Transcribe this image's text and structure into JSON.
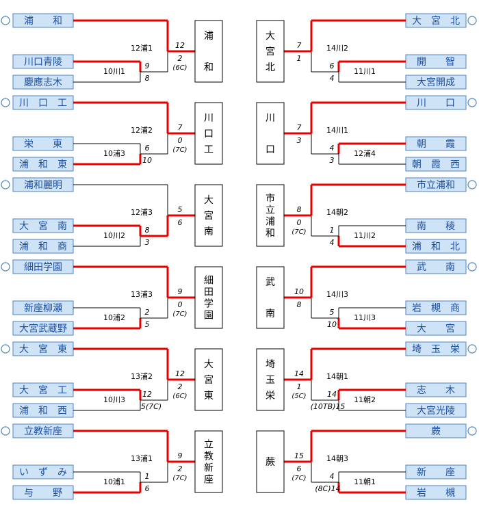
{
  "left": [
    {
      "top": {
        "name": "浦　　和",
        "score": "12",
        "note": "",
        "win": true,
        "mark": true
      },
      "mid": {
        "name": "川口青陵",
        "score": "9",
        "note": "",
        "win": true
      },
      "bot": {
        "name": "慶應志木",
        "score": "8",
        "note": "",
        "win": false
      },
      "r1_code": "10川1",
      "final_code": "12浦1",
      "final_score": "2",
      "final_note": "(6C)",
      "winner": [
        "浦",
        "和"
      ]
    },
    {
      "top": {
        "name": "川　口　工",
        "score": "7",
        "note": "",
        "win": true,
        "mark": true
      },
      "mid": {
        "name": "栄　　東",
        "score": "6",
        "note": "",
        "win": false
      },
      "bot": {
        "name": "浦　和　東",
        "score": "10",
        "note": "",
        "win": true
      },
      "r1_code": "10浦3",
      "final_code": "12浦2",
      "final_score": "0",
      "final_note": "(7C)",
      "winner": [
        "川",
        "口",
        "工"
      ]
    },
    {
      "top": {
        "name": "浦和麗明",
        "score": "5",
        "note": "",
        "win": false,
        "mark": true
      },
      "mid": {
        "name": "大　宮　南",
        "score": "8",
        "note": "",
        "win": true
      },
      "bot": {
        "name": "浦　和　商",
        "score": "3",
        "note": "",
        "win": false
      },
      "r1_code": "10川2",
      "final_code": "12浦3",
      "final_score": "6",
      "final_note": "",
      "winner": [
        "大",
        "宮",
        "南"
      ]
    },
    {
      "top": {
        "name": "細田学園",
        "score": "9",
        "note": "",
        "win": true,
        "mark": true
      },
      "mid": {
        "name": "新座柳瀬",
        "score": "2",
        "note": "",
        "win": false
      },
      "bot": {
        "name": "大宮武蔵野",
        "score": "5",
        "note": "",
        "win": true
      },
      "r1_code": "10浦2",
      "final_code": "13浦3",
      "final_score": "0",
      "final_note": "(7C)",
      "winner": [
        "細",
        "田",
        "学",
        "園"
      ]
    },
    {
      "top": {
        "name": "大　宮　東",
        "score": "12",
        "note": "",
        "win": true,
        "mark": true
      },
      "mid": {
        "name": "大　宮　工",
        "score": "12",
        "note": "",
        "win": true
      },
      "bot": {
        "name": "浦　和　西",
        "score": "5",
        "note": "(7C)",
        "win": false
      },
      "r1_code": "10川3",
      "final_code": "13浦2",
      "final_score": "2",
      "final_note": "(6C)",
      "winner": [
        "大",
        "宮",
        "東"
      ]
    },
    {
      "top": {
        "name": "立教新座",
        "score": "9",
        "note": "",
        "win": true,
        "mark": true
      },
      "mid": {
        "name": "い　ず　み",
        "score": "1",
        "note": "",
        "win": false
      },
      "bot": {
        "name": "与　　野",
        "score": "6",
        "note": "",
        "win": true
      },
      "r1_code": "10浦1",
      "final_code": "13浦1",
      "final_score": "2",
      "final_note": "(7C)",
      "winner": [
        "立",
        "教",
        "新",
        "座"
      ]
    }
  ],
  "right": [
    {
      "top": {
        "name": "大　宮　北",
        "score": "7",
        "note": "",
        "win": true,
        "mark": true
      },
      "mid": {
        "name": "開　　智",
        "score": "6",
        "note": "",
        "win": true
      },
      "bot": {
        "name": "大宮開成",
        "score": "4",
        "note": "",
        "win": false
      },
      "r1_code": "11川1",
      "final_code": "14川2",
      "final_score": "1",
      "final_note": "",
      "winner": [
        "大",
        "宮",
        "北"
      ]
    },
    {
      "top": {
        "name": "川　　口",
        "score": "7",
        "note": "",
        "win": true,
        "mark": true
      },
      "mid": {
        "name": "朝　　霞",
        "score": "4",
        "note": "",
        "win": true
      },
      "bot": {
        "name": "朝　霞　西",
        "score": "3",
        "note": "",
        "win": false
      },
      "r1_code": "12浦4",
      "final_code": "14川1",
      "final_score": "3",
      "final_note": "",
      "winner": [
        "川",
        "口"
      ]
    },
    {
      "top": {
        "name": "市立浦和",
        "score": "8",
        "note": "",
        "win": true,
        "mark": true
      },
      "mid": {
        "name": "南　　稜",
        "score": "1",
        "note": "",
        "win": false
      },
      "bot": {
        "name": "浦　和　北",
        "score": "4",
        "note": "",
        "win": true
      },
      "r1_code": "11川2",
      "final_code": "14朝2",
      "final_score": "0",
      "final_note": "(7C)",
      "winner": [
        "市",
        "立",
        "浦",
        "和"
      ]
    },
    {
      "top": {
        "name": "武　　南",
        "score": "10",
        "note": "",
        "win": true,
        "mark": true
      },
      "mid": {
        "name": "岩　槻　商",
        "score": "5",
        "note": "",
        "win": false
      },
      "bot": {
        "name": "大　　宮",
        "score": "10",
        "note": "",
        "win": true
      },
      "r1_code": "11川3",
      "final_code": "14川3",
      "final_score": "8",
      "final_note": "",
      "winner": [
        "武",
        "南"
      ]
    },
    {
      "top": {
        "name": "埼　玉　栄",
        "score": "14",
        "note": "",
        "win": true,
        "mark": true
      },
      "mid": {
        "name": "志　　木",
        "score": "14",
        "note": "",
        "win": true
      },
      "bot": {
        "name": "大宮光陵",
        "score": "15",
        "note": "(10TB)",
        "win": false
      },
      "r1_code": "11朝2",
      "final_code": "14朝1",
      "final_score": "1",
      "final_note": "(5C)",
      "winner": [
        "埼",
        "玉",
        "栄"
      ]
    },
    {
      "top": {
        "name": "蕨",
        "score": "15",
        "note": "",
        "win": true,
        "mark": true
      },
      "mid": {
        "name": "新　　座",
        "score": "4",
        "note": "",
        "win": false
      },
      "bot": {
        "name": "岩　　槻",
        "score": "14",
        "note": "(8C)",
        "win": true
      },
      "r1_code": "11朝1",
      "final_code": "14朝3",
      "final_score": "6",
      "final_note": "(7C)",
      "winner": [
        "蕨"
      ]
    }
  ],
  "colors": {
    "win_line": "#e60000",
    "loss_line": "#000000",
    "team_fill": "#cfe3f7",
    "team_text": "#1b4fa3"
  }
}
